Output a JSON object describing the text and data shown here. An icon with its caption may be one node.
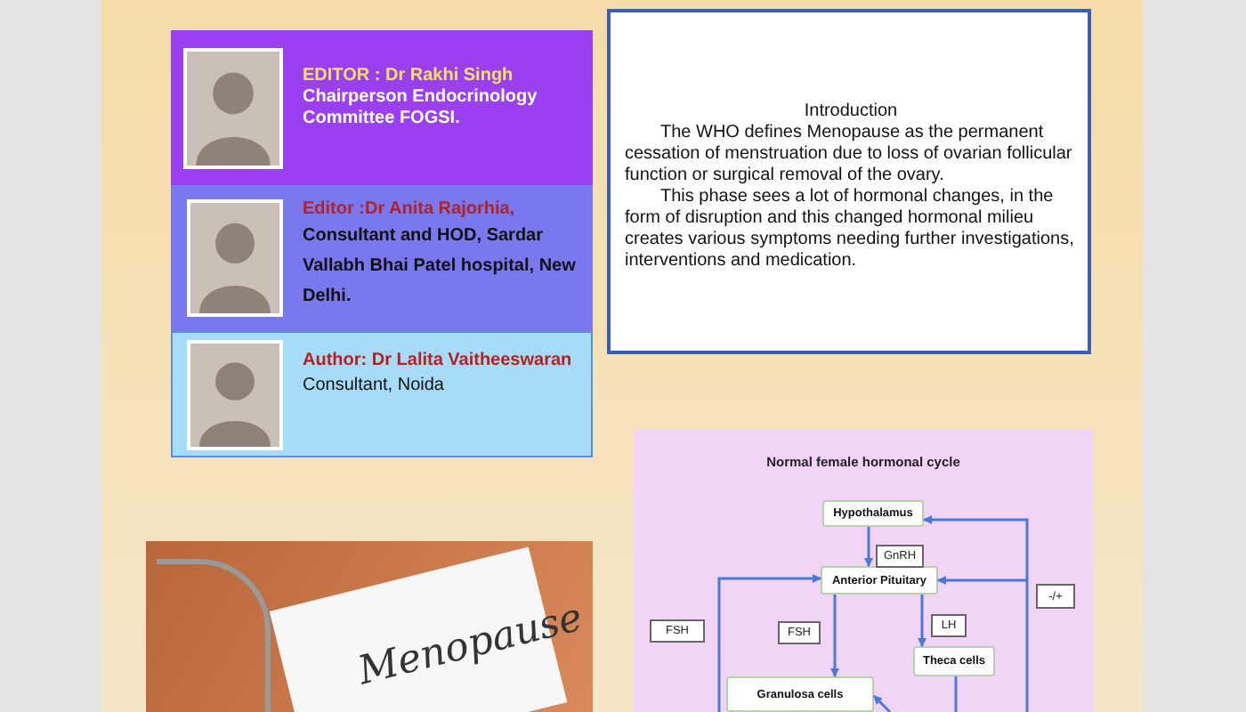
{
  "diagram": {
    "nodes": [
      {
        "text": [
          "EDITOR : Dr Rakhi Singh",
          "Chairperson Endocrinology Committee FOGSI."
        ]
      },
      {
        "text": [],
        "shape": "person",
        "in": 0
      },
      {
        "text": [
          "Editor :Dr Anita Rajorhia,",
          "Consultant and HOD, Sardar Vallabh Bhai Patel hospital, New Delhi."
        ]
      },
      {
        "text": [],
        "shape": "person",
        "in": 2
      },
      {
        "text": [
          "Author: Dr Lalita Vaitheeswaran",
          "Consultant, Noida"
        ]
      },
      {
        "text": [],
        "shape": "person",
        "in": 4
      },
      {
        "text": [
          "Introduction",
          "The WHO defines Menopause as the permanent cessation of menstruation due to loss of ovarian follicular function or surgical removal of the ovary.",
          "This phase sees a lot of hormonal changes, in the form of disruption and this changed hormonal milieu creates various symptoms needing further investigations, interventions and medication."
        ]
      },
      {
        "text": [
          "Menopause"
        ]
      },
      {
        "text": [
          "Normal female hormonal cycle"
        ]
      },
      {
        "text": [
          "Hypothalamus"
        ],
        "in": 8
      },
      {
        "text": [
          "Anterior Pituitary"
        ],
        "in": 8
      },
      {
        "text": [
          "Theca cells"
        ],
        "in": 8
      },
      {
        "text": [
          "Granulosa cells"
        ],
        "in": 8
      }
    ],
    "edges": [
      {
        "from": 9,
        "to": 10,
        "arrow": "to",
        "label": "GnRH"
      },
      {
        "from": 10,
        "to": 12,
        "arrow": "to",
        "label": "FSH"
      },
      {
        "from": 10,
        "to": 11,
        "arrow": "to",
        "label": "LH"
      },
      {
        "from": null,
        "to": 10,
        "arrow": "to",
        "label": "FSH"
      },
      {
        "from": null,
        "to": 9,
        "arrow": "to",
        "label": "-/+"
      },
      {
        "from": null,
        "to": 10,
        "arrow": "to"
      },
      {
        "from": 11,
        "to": null,
        "arrow": "none"
      },
      {
        "from": null,
        "to": 12,
        "arrow": "to"
      }
    ]
  }
}
